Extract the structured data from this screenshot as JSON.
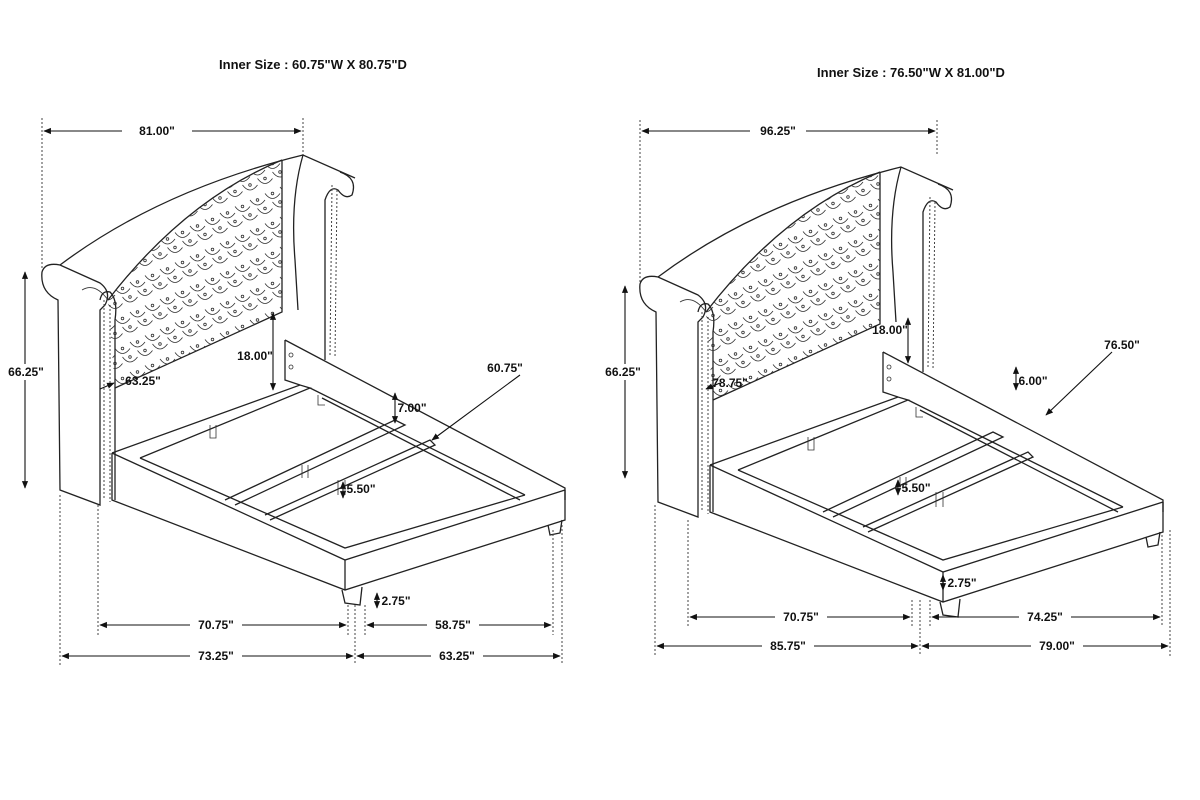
{
  "left": {
    "title": "Inner Size : 60.75\"W X 80.75\"D",
    "dims": {
      "width": "81.00\"",
      "height": "66.25\"",
      "headboard_clearance": "18.00\"",
      "panel_width": "63.25\"",
      "rail_height": "7.00\"",
      "inner_width": "60.75\"",
      "slat_height": "5.50\"",
      "leg_height": "2.75\"",
      "inner_length": "70.75\"",
      "frame_width": "58.75\"",
      "overall_length": "73.25\"",
      "overall_width": "63.25\""
    }
  },
  "right": {
    "title": "Inner Size : 76.50\"W X 81.00\"D",
    "dims": {
      "width": "96.25\"",
      "height": "66.25\"",
      "headboard_clearance": "18.00\"",
      "panel_width": "78.75\"",
      "rail_height": "6.00\"",
      "inner_width": "76.50\"",
      "slat_height": "5.50\"",
      "leg_height": "2.75\"",
      "inner_length": "70.75\"",
      "frame_width": "74.25\"",
      "overall_length": "85.75\"",
      "overall_width": "79.00\""
    }
  }
}
